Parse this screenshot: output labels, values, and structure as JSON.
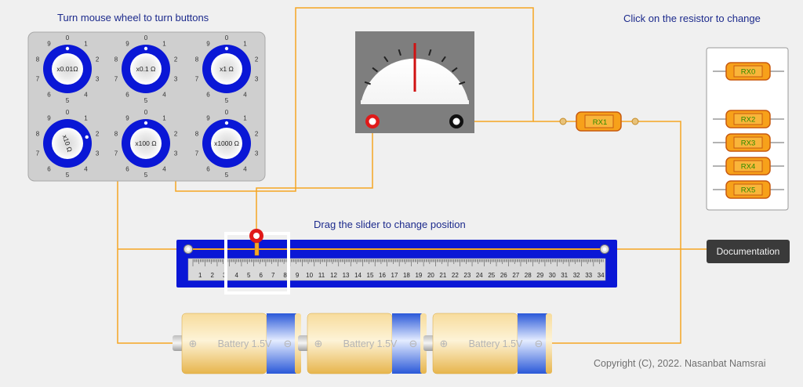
{
  "instructions": {
    "wheel": "Turn mouse wheel to turn buttons",
    "resistor": "Click on the resistor to change",
    "slider": "Drag the slider to change position"
  },
  "knobs": [
    {
      "label": "x0.01Ω"
    },
    {
      "label": "x0.1 Ω"
    },
    {
      "label": "x1 Ω"
    },
    {
      "label": "x10 Ω"
    },
    {
      "label": "x100 Ω"
    },
    {
      "label": "x1000 Ω"
    }
  ],
  "dial_numbers": [
    "0",
    "1",
    "2",
    "3",
    "4",
    "5",
    "6",
    "7",
    "8",
    "9"
  ],
  "resistors": {
    "active": "RX1",
    "selector": [
      "RX0",
      "RX2",
      "RX3",
      "RX4",
      "RX5"
    ]
  },
  "ruler_labels": [
    "1",
    "2",
    "3",
    "4",
    "5",
    "6",
    "7",
    "8",
    "9",
    "10",
    "11",
    "12",
    "13",
    "14",
    "15",
    "16",
    "17",
    "18",
    "19",
    "20",
    "21",
    "22",
    "23",
    "24",
    "25",
    "26",
    "27",
    "28",
    "29",
    "30",
    "31",
    "32",
    "33",
    "34"
  ],
  "batteries": [
    {
      "label": "Battery 1.5V"
    },
    {
      "label": "Battery 1.5V"
    },
    {
      "label": "Battery 1.5V"
    }
  ],
  "battery_plus": "⊕",
  "battery_minus": "⊖",
  "documentation_label": "Documentation",
  "copyright": "Copyright (C), 2022. Nasanbat Namsrai",
  "colors": {
    "wire": "#f5a623",
    "knob": "#0a17d6",
    "accent_text": "#1c2a8c",
    "ruler_frame": "#0a17d6",
    "resistor_body": "#f7a11a"
  }
}
